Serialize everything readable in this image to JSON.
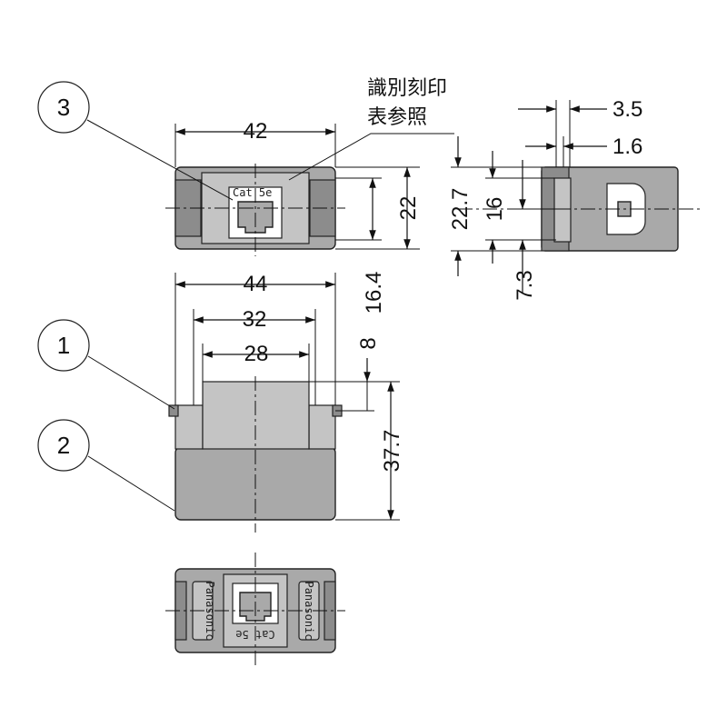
{
  "annotations": {
    "marking_line1": "識別刻印",
    "marking_line2": "表参照",
    "cat_label": "Cat 5e",
    "side_label_left": "Panasonic",
    "side_label_right": "Panasonic"
  },
  "callouts": [
    "1",
    "2",
    "3"
  ],
  "dimensions": {
    "top_width": "42",
    "top_height": "22",
    "height_16_4": "16.4",
    "body_width_44": "44",
    "width_32": "32",
    "width_28": "28",
    "dim_8": "8",
    "dim_37_7": "37.7",
    "side_3_5": "3.5",
    "side_1_6": "1.6",
    "side_22_7": "22.7",
    "side_16": "16",
    "side_7_3": "7.3"
  },
  "colors": {
    "body": "#a9a9a9",
    "dark": "#8c8c8c",
    "light": "#c4c4c4",
    "line": "#111111"
  }
}
